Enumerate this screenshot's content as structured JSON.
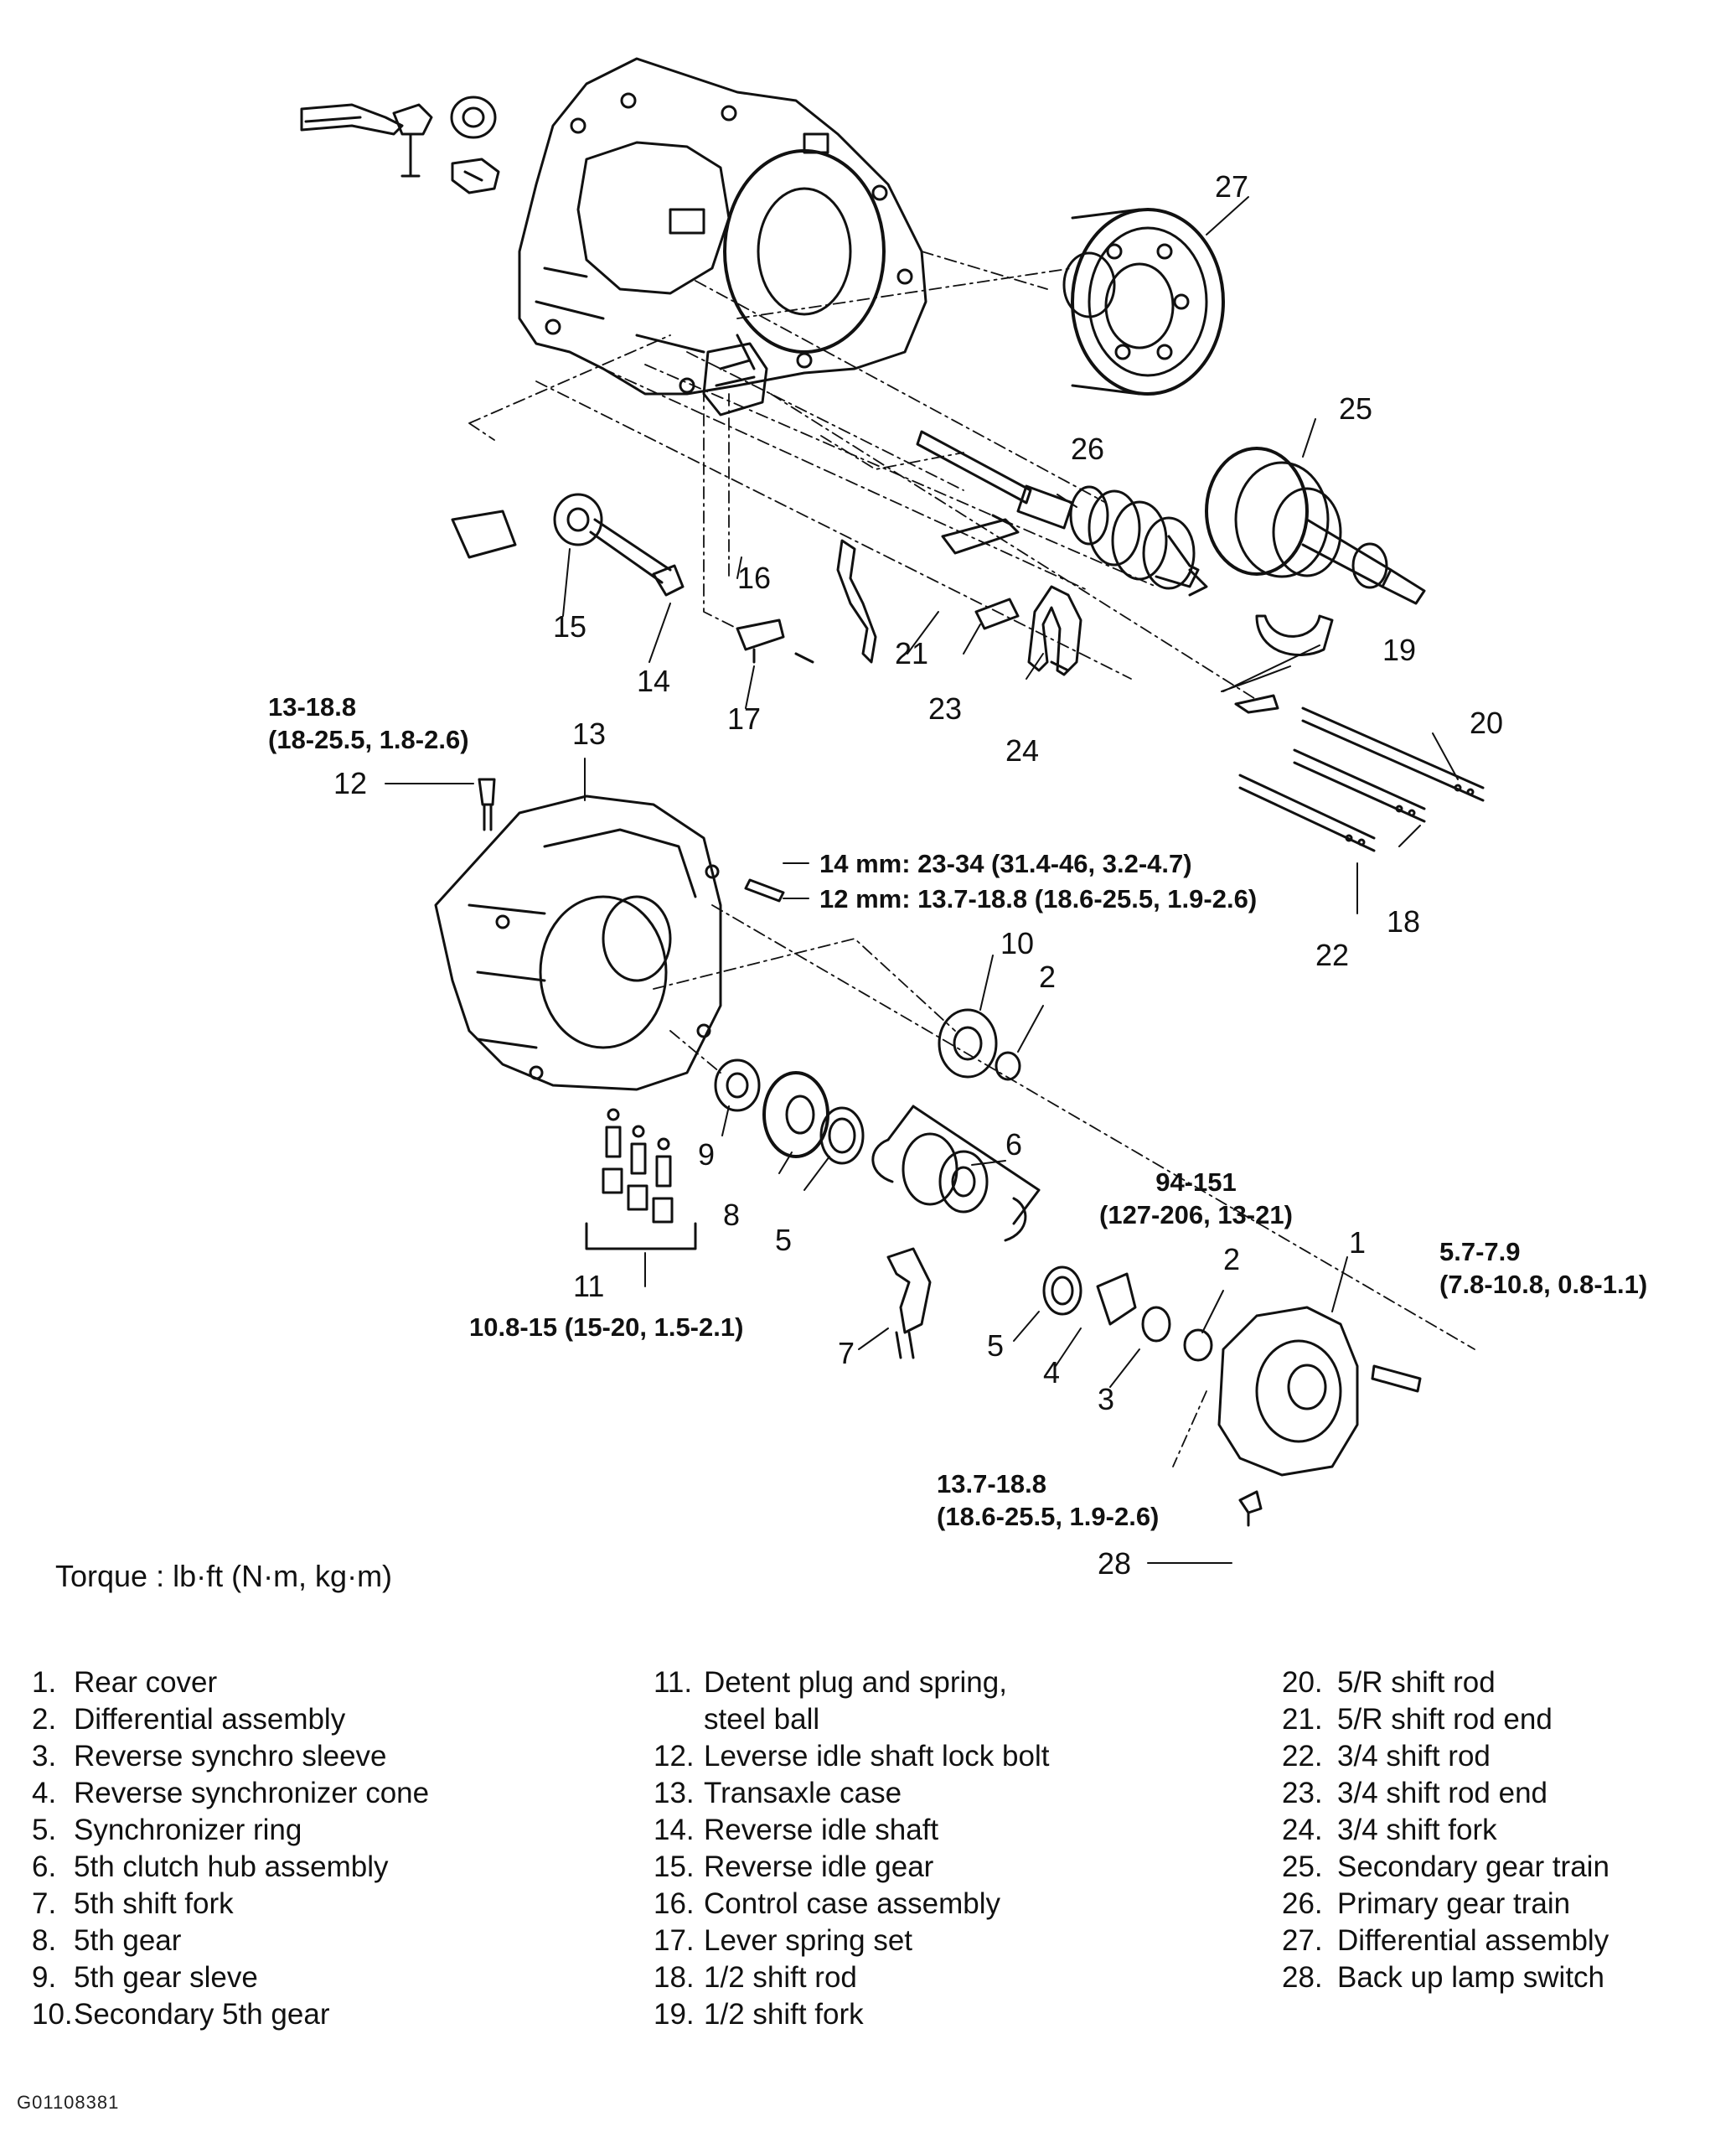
{
  "callouts": {
    "c1": "1",
    "c2a": "2",
    "c2b": "2",
    "c3": "3",
    "c4": "4",
    "c5a": "5",
    "c5b": "5",
    "c6": "6",
    "c7": "7",
    "c8": "8",
    "c9": "9",
    "c10": "10",
    "c11": "11",
    "c12": "12",
    "c13": "13",
    "c14": "14",
    "c15": "15",
    "c16": "16",
    "c17": "17",
    "c18": "18",
    "c19": "19",
    "c20": "20",
    "c21": "21",
    "c22": "22",
    "c23": "23",
    "c24": "24",
    "c25": "25",
    "c26": "26",
    "c27": "27",
    "c28": "28"
  },
  "torques": {
    "bolt12_line1": "13-18.8",
    "bolt12_line2": "(18-25.5, 1.8-2.6)",
    "case14mm": "14 mm: 23-34 (31.4-46, 3.2-4.7)",
    "case12mm": "12 mm: 13.7-18.8 (18.6-25.5, 1.9-2.6)",
    "locknut_line1": "94-151",
    "locknut_line2": "(127-206, 13-21)",
    "cover_bolt_line1": "5.7-7.9",
    "cover_bolt_line2": "(7.8-10.8, 0.8-1.1)",
    "detent": "10.8-15 (15-20, 1.5-2.1)",
    "switch_line1": "13.7-18.8",
    "switch_line2": "(18.6-25.5, 1.9-2.6)"
  },
  "torque_key": "Torque : lb·ft (N·m, kg·m)",
  "legend": {
    "col1": [
      {
        "num": "1.",
        "text": "Rear cover"
      },
      {
        "num": "2.",
        "text": "Differential assembly"
      },
      {
        "num": "3.",
        "text": "Reverse synchro sleeve"
      },
      {
        "num": "4.",
        "text": "Reverse synchronizer cone"
      },
      {
        "num": "5.",
        "text": "Synchronizer ring"
      },
      {
        "num": "6.",
        "text": "5th clutch hub assembly"
      },
      {
        "num": "7.",
        "text": "5th shift fork"
      },
      {
        "num": "8.",
        "text": "5th gear"
      },
      {
        "num": "9.",
        "text": "5th gear sleve"
      },
      {
        "num": "10.",
        "text": "Secondary 5th gear"
      }
    ],
    "col2": [
      {
        "num": "11.",
        "text": "Detent plug and spring,"
      },
      {
        "num": "",
        "text": "steel ball"
      },
      {
        "num": "12.",
        "text": "Leverse idle shaft lock bolt"
      },
      {
        "num": "13.",
        "text": "Transaxle case"
      },
      {
        "num": "14.",
        "text": "Reverse idle shaft"
      },
      {
        "num": "15.",
        "text": "Reverse idle gear"
      },
      {
        "num": "16.",
        "text": "Control case assembly"
      },
      {
        "num": "17.",
        "text": "Lever spring set"
      },
      {
        "num": "18.",
        "text": "1/2 shift rod"
      },
      {
        "num": "19.",
        "text": "1/2 shift fork"
      }
    ],
    "col3": [
      {
        "num": "20.",
        "text": "5/R shift rod"
      },
      {
        "num": "21.",
        "text": "5/R shift rod end"
      },
      {
        "num": "22.",
        "text": "3/4 shift rod"
      },
      {
        "num": "23.",
        "text": "3/4 shift rod end"
      },
      {
        "num": "24.",
        "text": "3/4 shift fork"
      },
      {
        "num": "25.",
        "text": "Secondary gear train"
      },
      {
        "num": "26.",
        "text": "Primary gear train"
      },
      {
        "num": "27.",
        "text": "Differential assembly"
      },
      {
        "num": "28.",
        "text": "Back up lamp switch"
      }
    ]
  },
  "figure_id": "G01108381"
}
